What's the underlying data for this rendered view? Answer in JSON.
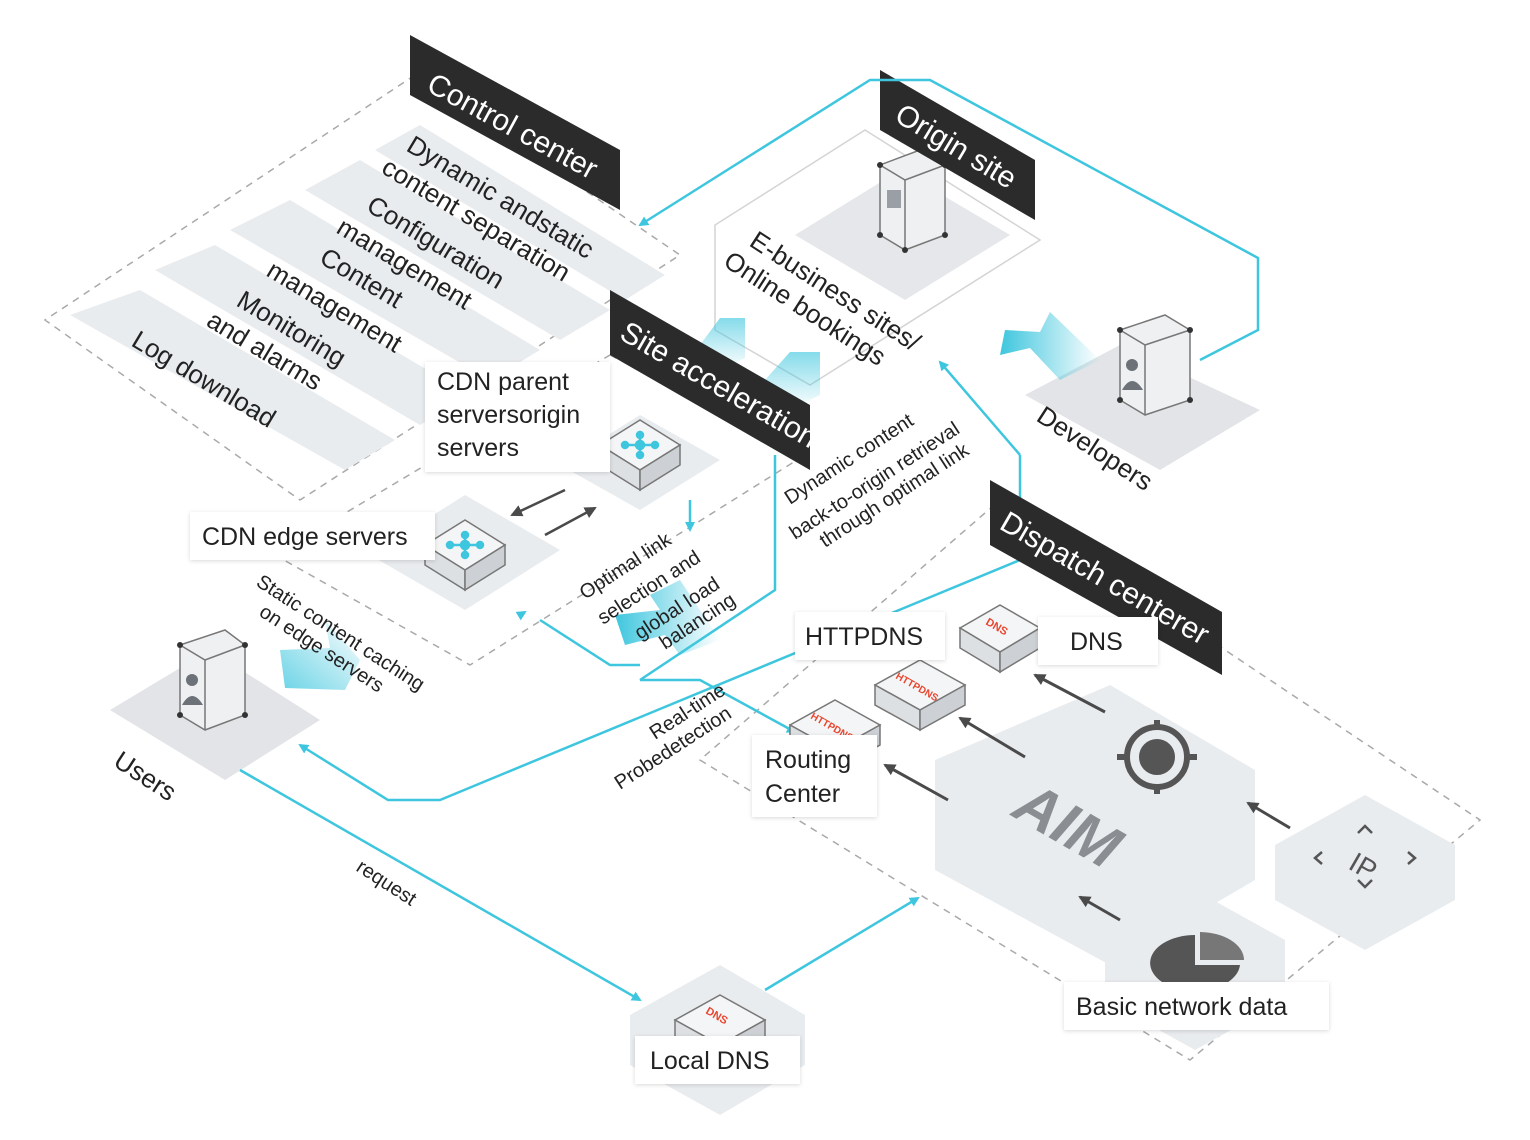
{
  "control_center": {
    "title": "Control center",
    "items": [
      {
        "line1": "Dynamic andstatic",
        "line2": "content separation"
      },
      {
        "line1": "Configuration",
        "line2": "management"
      },
      {
        "line1": "Content",
        "line2": "management"
      },
      {
        "line1": "Monitoring",
        "line2": "and alarms"
      },
      {
        "line1": "Log download",
        "line2": ""
      }
    ]
  },
  "origin_site": {
    "title": "Origin site",
    "caption_line1": "E-business sites/",
    "caption_line2": "Online bookings"
  },
  "developers": {
    "label": "Developers"
  },
  "site_acceleration": {
    "title": "Site acceleration"
  },
  "cdn_parent": {
    "line1": "CDN parent",
    "line2": "serversorigin",
    "line3": "servers"
  },
  "cdn_edge": {
    "label": "CDN edge servers"
  },
  "dynamic_note": {
    "line1": "Dynamic content",
    "line2": "back-to-origin retrieval",
    "line3": "through optimal link"
  },
  "optimal_note": {
    "line1": "Optimal link",
    "line2": "selection and",
    "line3": "global load",
    "line4": "balancing"
  },
  "static_note": {
    "line1": "Static content caching",
    "line2": "on edge servers"
  },
  "users": {
    "label": "Users"
  },
  "request": {
    "label": "request"
  },
  "dispatch_center": {
    "title": "Dispatch  centerer"
  },
  "httpdns": {
    "label": "HTTPDNS",
    "chip": "HTTPDNS"
  },
  "dns": {
    "label": "DNS",
    "chip": "DNS"
  },
  "routing_center": {
    "line1": "Routing",
    "line2": "Center"
  },
  "probe": {
    "line1": "Real-time",
    "line2": "Probedetection"
  },
  "aim": {
    "label": "AIM"
  },
  "ip": {
    "label": "IP"
  },
  "basic_network": {
    "label": "Basic network data"
  },
  "local_dns": {
    "label": "Local DNS",
    "chip": "DNS"
  },
  "colors": {
    "accent": "#3ec6de",
    "dark_label": "#2b2b2b",
    "panel": "#e9ecef",
    "chip_red": "#e8462f"
  }
}
